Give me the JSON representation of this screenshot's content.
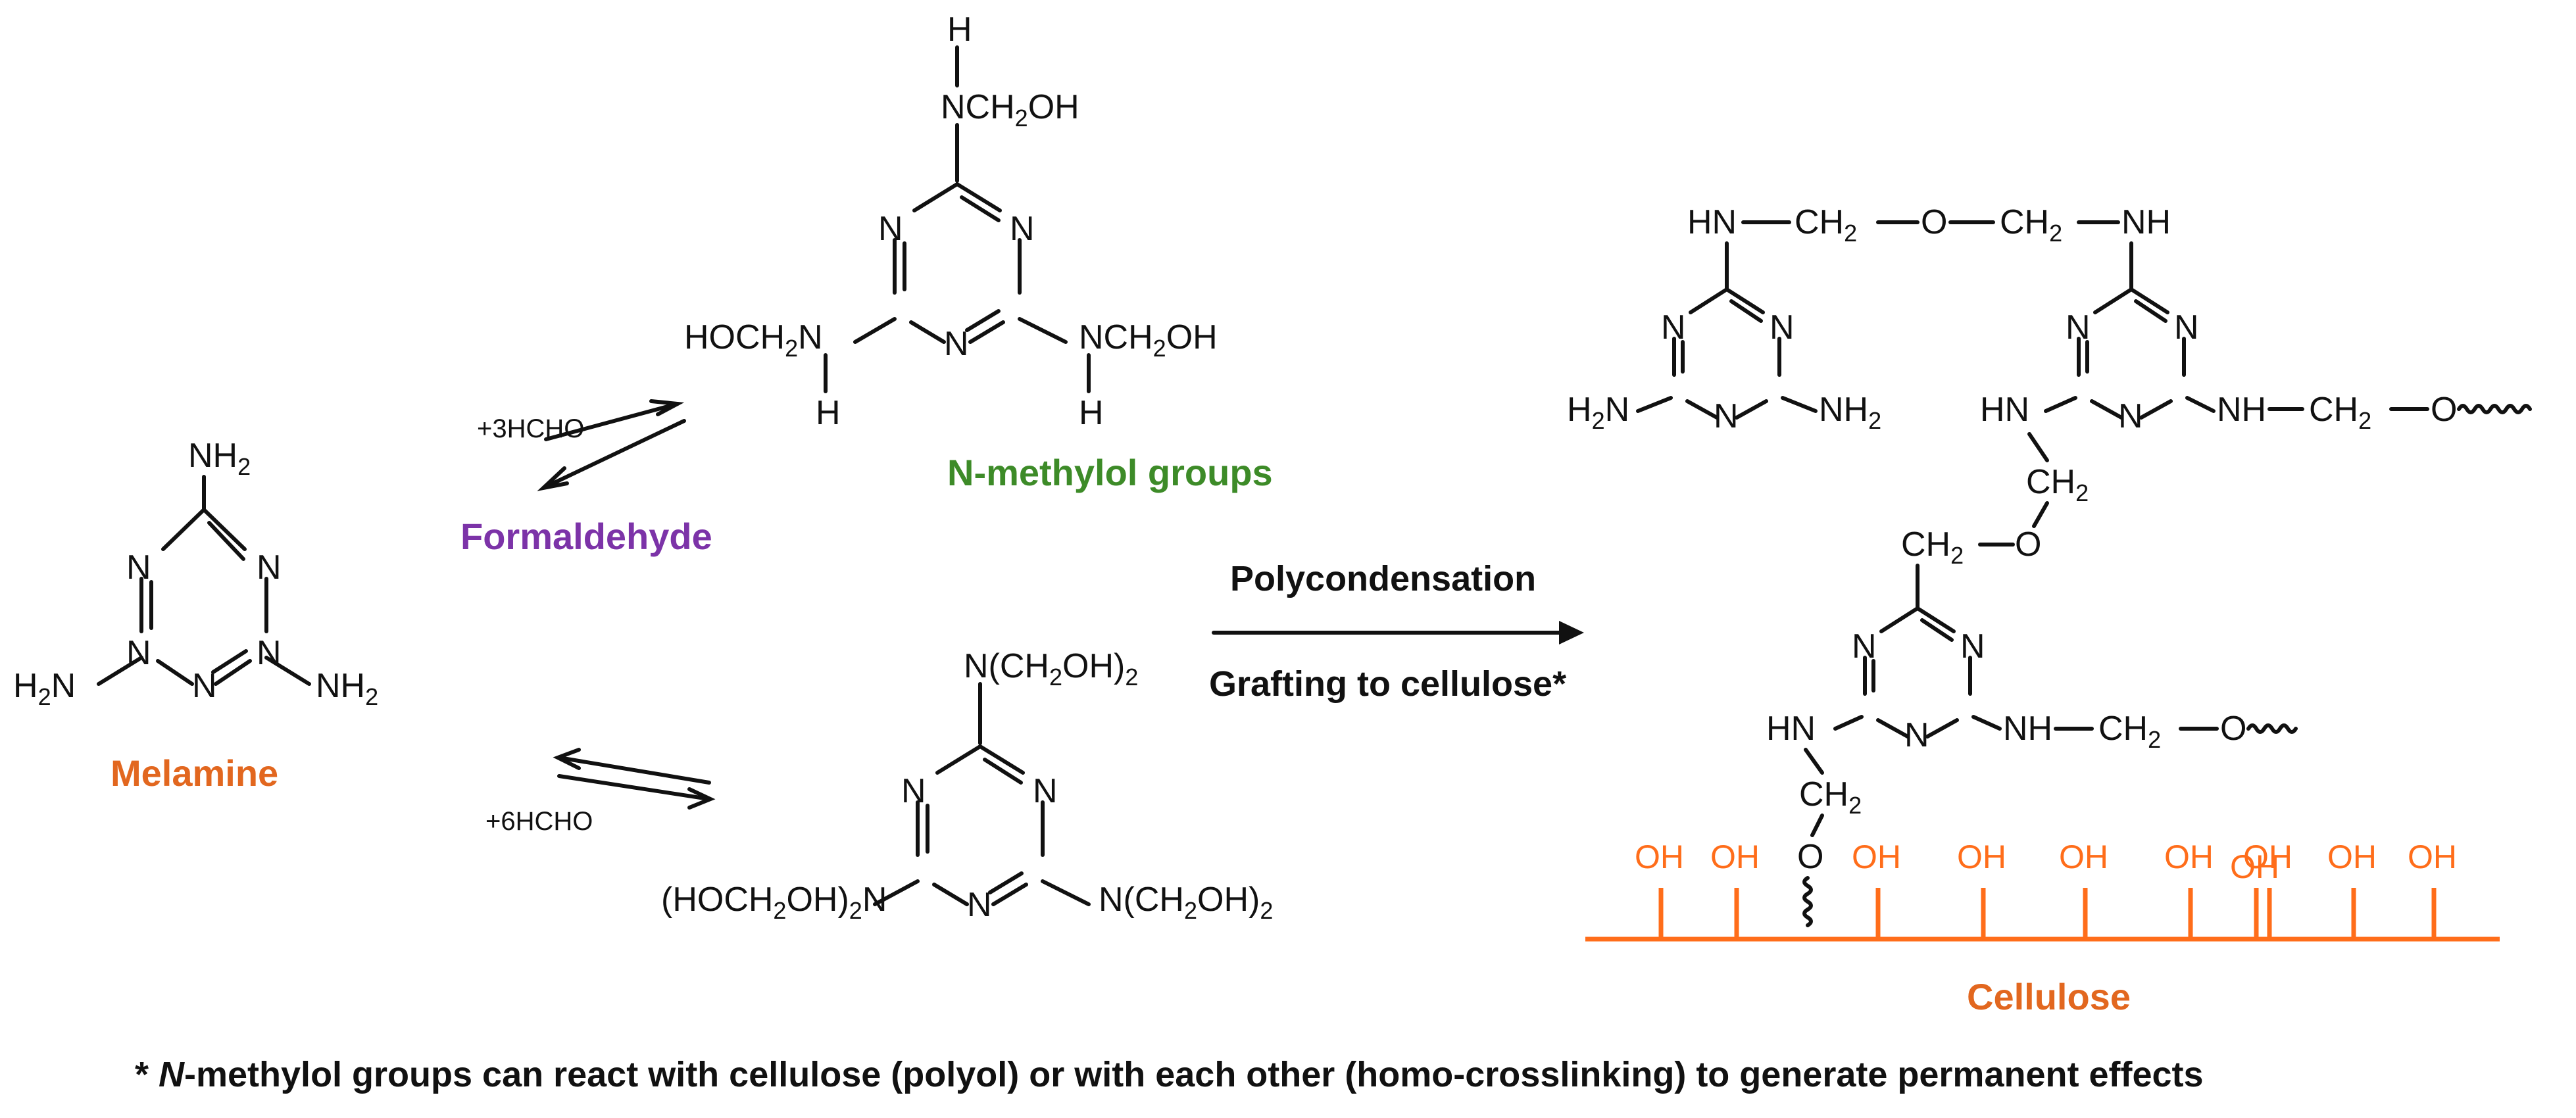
{
  "colors": {
    "melamine": "#e2671f",
    "formaldehyde": "#7c33a8",
    "methylol": "#3d8b28",
    "cellulose": "#ff6d1a",
    "text": "#111111"
  },
  "labels": {
    "melamine": "Melamine",
    "formaldehyde": "Formaldehyde",
    "methylol": "N-methylol groups",
    "cellulose": "Cellulose"
  },
  "reagents": {
    "top": "+3HCHO",
    "bottom": "+6HCHO"
  },
  "arrow": {
    "above": "Polycondensation",
    "below": "Grafting to cellulose*"
  },
  "footnote": {
    "star": "* ",
    "italic": "N",
    "rest": "-methylol groups can react with cellulose (polyol) or with each other (homo-crosslinking) to generate permanent effects"
  },
  "atoms": {
    "N": "N",
    "H": "H",
    "O": "O",
    "HN": "HN",
    "NH": "NH",
    "NH2": "NH",
    "H2N": "H",
    "CH2": "CH",
    "sub2": "2",
    "NCH2OH": "NCH",
    "HOCH2N": "HOCH",
    "OH": "OH",
    "N_CH2OH2": "N(CH",
    "HOCH2_2N": "(HOCH",
    "paren_close": "OH)",
    "close_N": ")",
    "close_2N": "N"
  },
  "cellulose_oh": [
    "OH",
    "OH",
    "OH",
    "OH",
    "OH",
    "OH",
    "OH",
    "OH",
    "OH",
    "OH"
  ]
}
